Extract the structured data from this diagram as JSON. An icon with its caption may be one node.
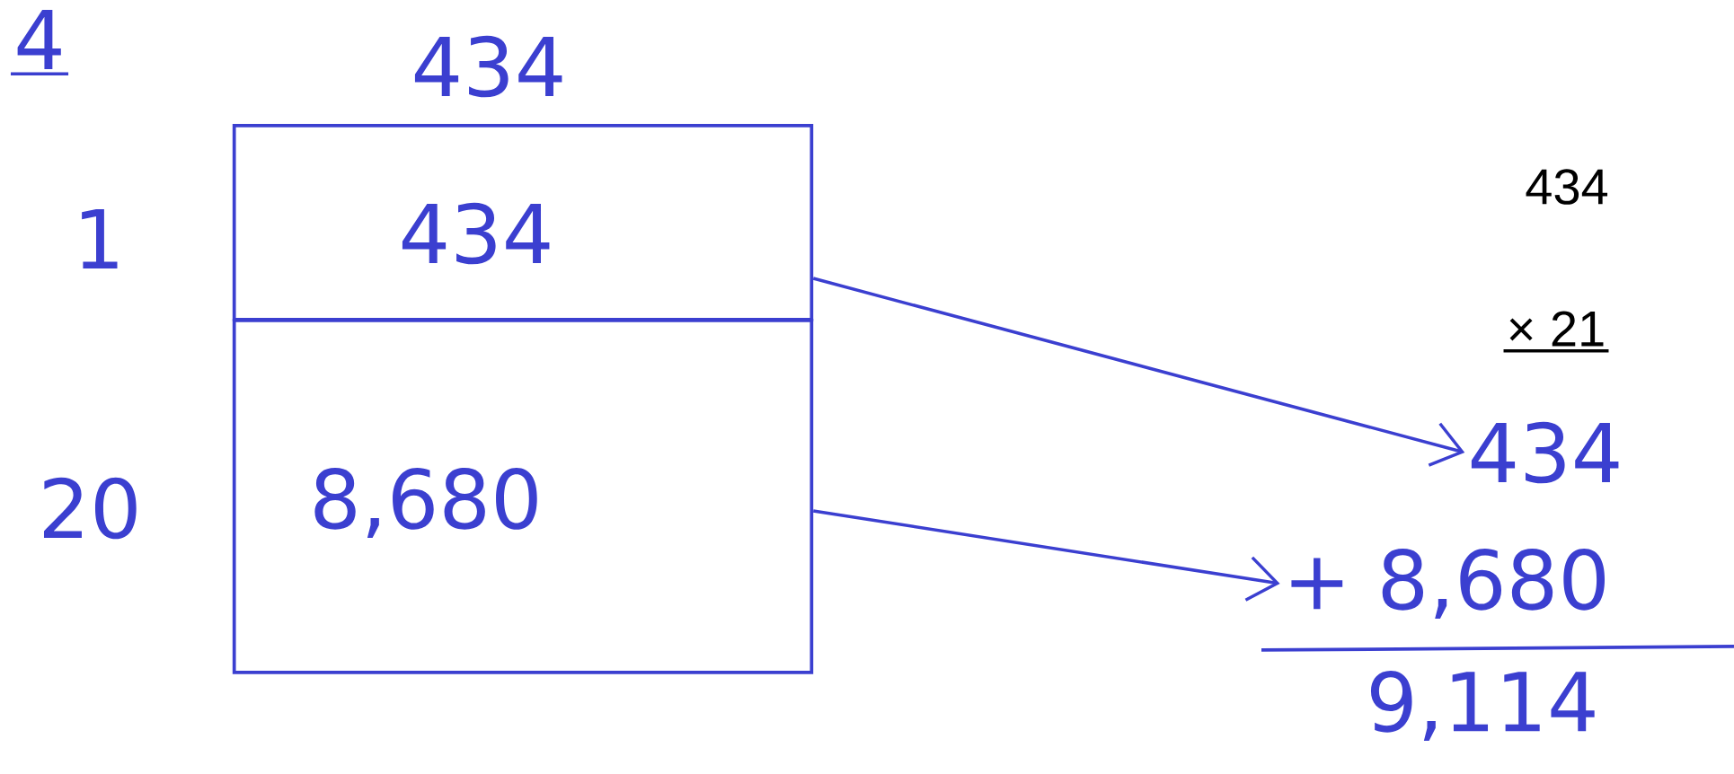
{
  "diagram": {
    "nodes": [
      {
        "text": [
          "434"
        ]
      },
      {
        "text": [
          "8,680"
        ]
      },
      {
        "text": [
          "434"
        ]
      },
      {
        "text": [
          "+ 8,680"
        ]
      }
    ],
    "edges": [
      {
        "from": 0,
        "to": 2,
        "arrow": "to"
      },
      {
        "from": 1,
        "to": 3,
        "arrow": "to"
      }
    ],
    "labels": [
      "4",
      "434",
      "1",
      "20",
      "434",
      "× 21",
      "9,114"
    ]
  }
}
